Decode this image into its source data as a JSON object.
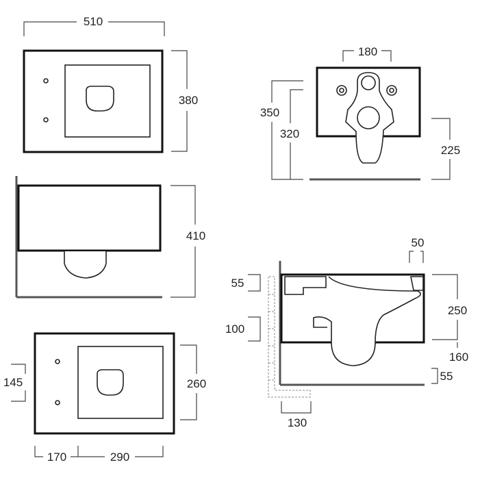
{
  "dimensions": {
    "top_width": "510",
    "top_depth": "380",
    "height": "410",
    "wall_plate_width": "180",
    "height_total": "350",
    "height_inlet": "320",
    "height_outlet": "225",
    "front_dim_55": "55",
    "front_dim_50": "50",
    "side_height_250": "250",
    "side_dim_100": "100",
    "side_dim_160": "160",
    "side_dim_55_bottom": "55",
    "side_dim_130": "130",
    "plan_145": "145",
    "plan_260": "260",
    "plan_170": "170",
    "plan_290": "290"
  }
}
